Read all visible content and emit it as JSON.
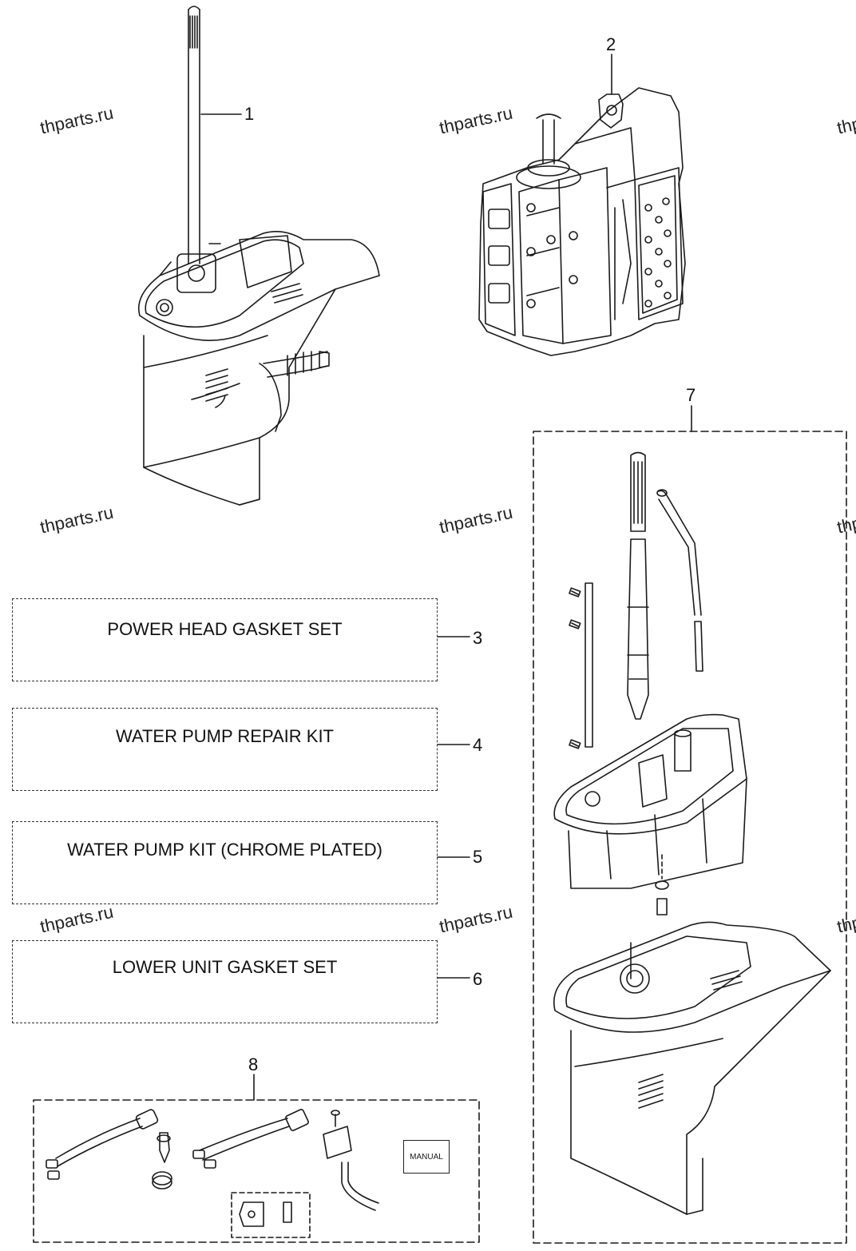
{
  "watermarks": [
    {
      "text": "thparts.ru"
    },
    {
      "text": "thparts.ru"
    },
    {
      "text": "thparts.ru"
    },
    {
      "text": "thparts.ru"
    },
    {
      "text": "thparts.ru"
    },
    {
      "text": "thparts.ru"
    },
    {
      "text": "thp"
    },
    {
      "text": "thp"
    },
    {
      "text": "thp"
    }
  ],
  "callouts": [
    "1",
    "2",
    "3",
    "4",
    "5",
    "6",
    "7",
    "8"
  ],
  "kits": [
    {
      "label": "POWER HEAD GASKET SET"
    },
    {
      "label": "WATER PUMP REPAIR KIT"
    },
    {
      "label": "WATER PUMP KIT (CHROME PLATED)"
    },
    {
      "label": "LOWER UNIT GASKET SET"
    }
  ],
  "accessory_kit": {
    "manual_label": "MANUAL"
  }
}
